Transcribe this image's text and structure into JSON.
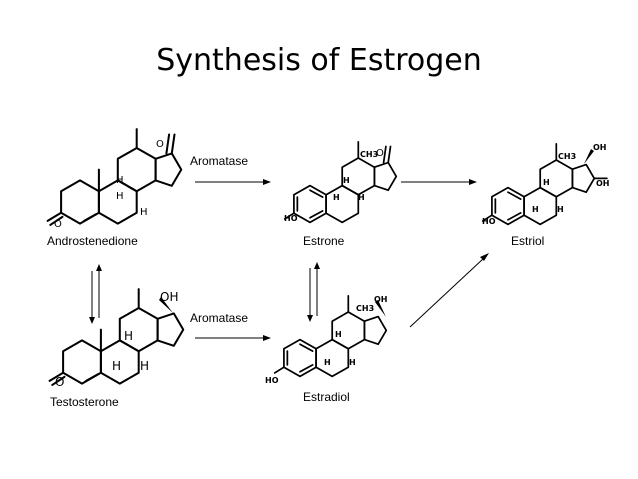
{
  "title": "Synthesis of Estrogen",
  "compounds": {
    "androstenedione": "Androstenedione",
    "estrone": "Estrone",
    "estriol": "Estriol",
    "testosterone": "Testosterone",
    "estradiol": "Estradiol"
  },
  "enzymes": {
    "top": "Aromatase",
    "bottom": "Aromatase"
  },
  "atoms": {
    "O": "O",
    "OH": "OH",
    "HO": "HO",
    "H": "H",
    "CH3": "CH3"
  },
  "colors": {
    "ink": "#000000",
    "background": "#ffffff"
  }
}
